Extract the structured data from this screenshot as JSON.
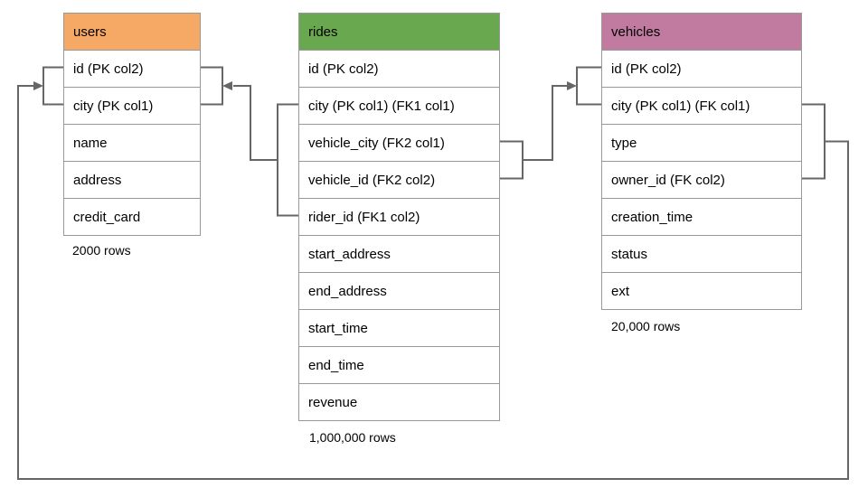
{
  "diagram": {
    "tables": [
      {
        "name": "users",
        "header_color": "#F6A965",
        "columns": [
          "id (PK col2)",
          "city (PK col1)",
          "name",
          "address",
          "credit_card"
        ],
        "row_count": "2000 rows"
      },
      {
        "name": "rides",
        "header_color": "#6AA84F",
        "columns": [
          "id (PK col2)",
          "city (PK col1) (FK1 col1)",
          "vehicle_city (FK2 col1)",
          "vehicle_id (FK2 col2)",
          "rider_id (FK1 col2)",
          "start_address",
          "end_address",
          "start_time",
          "end_time",
          "revenue"
        ],
        "row_count": "1,000,000 rows"
      },
      {
        "name": "vehicles",
        "header_color": "#C27BA0",
        "columns": [
          "id (PK col2)",
          "city (PK col1) (FK col1)",
          "type",
          "owner_id (FK col2)",
          "creation_time",
          "status",
          "ext"
        ],
        "row_count": "20,000 rows"
      }
    ],
    "relationships": [
      {
        "name": "rides-fk1-users",
        "from": "rides (city, rider_id)",
        "to": "users (id, city)"
      },
      {
        "name": "rides-fk2-vehicles",
        "from": "rides (vehicle_city, vehicle_id)",
        "to": "vehicles (id, city)"
      },
      {
        "name": "vehicles-fk-users",
        "from": "vehicles (city, owner_id)",
        "to": "users (id, city)"
      }
    ],
    "colors": {
      "connector": "#666666",
      "table_border": "#999999",
      "text": "#000000"
    }
  }
}
